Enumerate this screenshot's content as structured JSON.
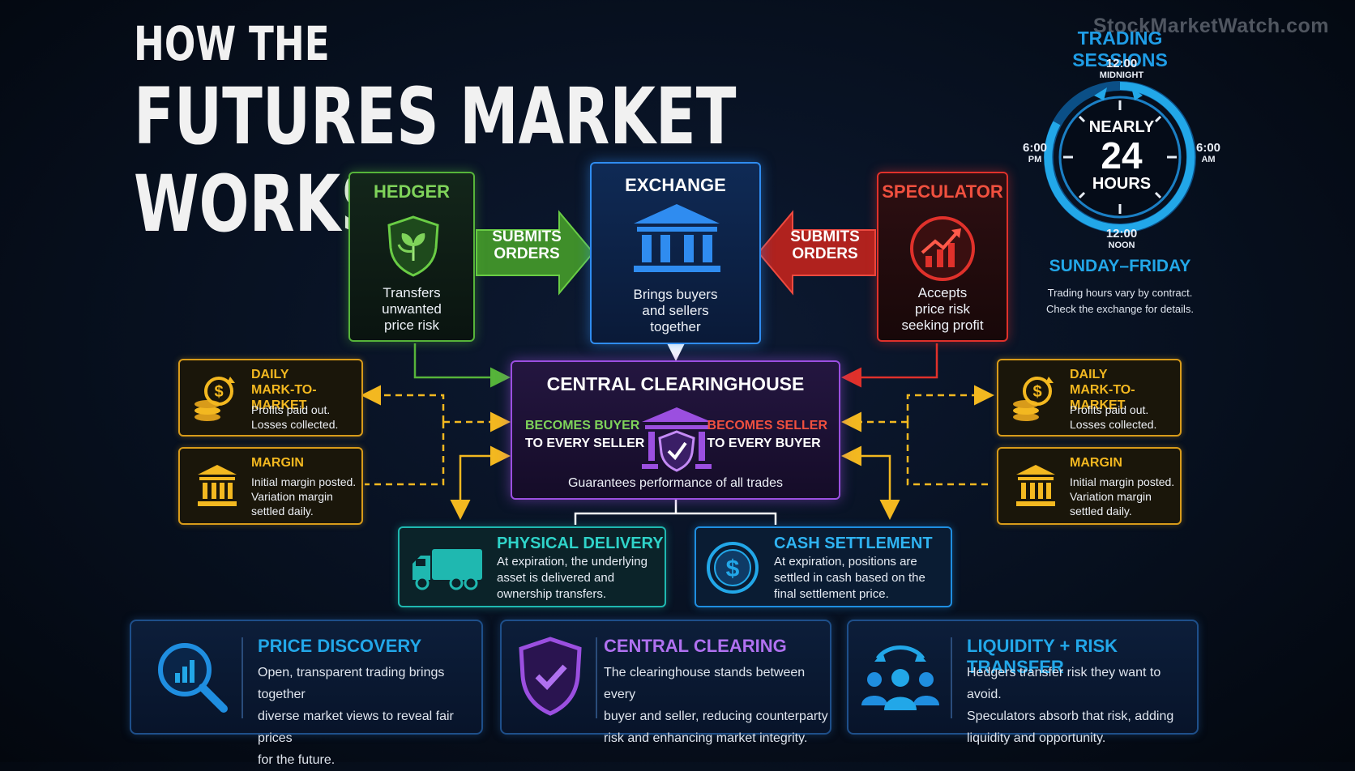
{
  "watermark": "StockMarketWatch.com",
  "title": {
    "line1": "HOW THE",
    "line2": "FUTURES MARKET",
    "line3": "WORKS"
  },
  "colors": {
    "hedger": "#56b43a",
    "exchange": "#2f8cf0",
    "speculator": "#e0312b",
    "clearing": "#9b4fe0",
    "gold": "#d89b1a",
    "teal": "#1fb8b0",
    "cyan": "#22a7e8"
  },
  "hedger": {
    "title": "HEDGER",
    "text1": "Transfers",
    "text2": "unwanted",
    "text3": "price risk",
    "icon": "shield-leaf-icon"
  },
  "exchange": {
    "title": "EXCHANGE",
    "text1": "Brings buyers",
    "text2": "and sellers",
    "text3": "together",
    "icon": "bank-building-icon"
  },
  "speculator": {
    "title": "SPECULATOR",
    "text1": "Accepts",
    "text2": "price risk",
    "text3": "seeking profit",
    "icon": "rising-chart-icon"
  },
  "arrows": {
    "left_line1": "SUBMITS",
    "left_line2": "ORDERS",
    "right_line1": "SUBMITS",
    "right_line2": "ORDERS"
  },
  "clearinghouse": {
    "title": "CENTRAL CLEARINGHOUSE",
    "buyer_line1": "BECOMES BUYER",
    "buyer_line2": "TO EVERY SELLER",
    "seller_line1": "BECOMES SELLER",
    "seller_line2": "TO EVERY BUYER",
    "footer": "Guarantees performance of all trades",
    "icon": "shield-check-building-icon"
  },
  "side_cards": {
    "mtm": {
      "title1": "DAILY",
      "title2": "MARK-TO-MARKET",
      "desc1": "Profits paid out.",
      "desc2": "Losses collected.",
      "icon": "coins-cycle-icon"
    },
    "margin": {
      "title": "MARGIN",
      "desc1": "Initial margin posted.",
      "desc2": "Variation margin",
      "desc3": "settled daily.",
      "icon": "bank-icon"
    }
  },
  "settlement": {
    "physical": {
      "title": "PHYSICAL DELIVERY",
      "desc1": "At expiration, the underlying",
      "desc2": "asset is delivered and",
      "desc3": "ownership transfers.",
      "icon": "truck-icon"
    },
    "cash": {
      "title": "CASH SETTLEMENT",
      "desc1": "At expiration, positions are",
      "desc2": "settled in cash based on the",
      "desc3": "final settlement price.",
      "icon": "dollar-coin-icon"
    }
  },
  "trading_sessions": {
    "title": "TRADING SESSIONS",
    "top_time": "12:00",
    "top_label": "MIDNIGHT",
    "left_time": "6:00",
    "left_label": "PM",
    "right_time": "6:00",
    "right_label": "AM",
    "bottom_time": "12:00",
    "bottom_label": "NOON",
    "center1": "NEARLY",
    "center2": "24",
    "center3": "HOURS",
    "days": "SUNDAY–FRIDAY",
    "note1": "Trading hours vary by contract.",
    "note2": "Check the exchange for details."
  },
  "benefits": [
    {
      "title": "PRICE DISCOVERY",
      "line1": "Open, transparent trading brings together",
      "line2": "diverse market views to reveal fair prices",
      "line3": "for the future.",
      "icon": "magnifier-chart-icon"
    },
    {
      "title": "CENTRAL CLEARING",
      "line1": "The clearinghouse stands between every",
      "line2": "buyer and seller, reducing counterparty",
      "line3": "risk and enhancing market integrity.",
      "icon": "shield-check-icon"
    },
    {
      "title": "LIQUIDITY + RISK TRANSFER",
      "line1": "Hedgers transfer risk they want to avoid.",
      "line2": "Speculators absorb that risk, adding",
      "line3": "liquidity and opportunity.",
      "icon": "people-exchange-icon"
    }
  ]
}
